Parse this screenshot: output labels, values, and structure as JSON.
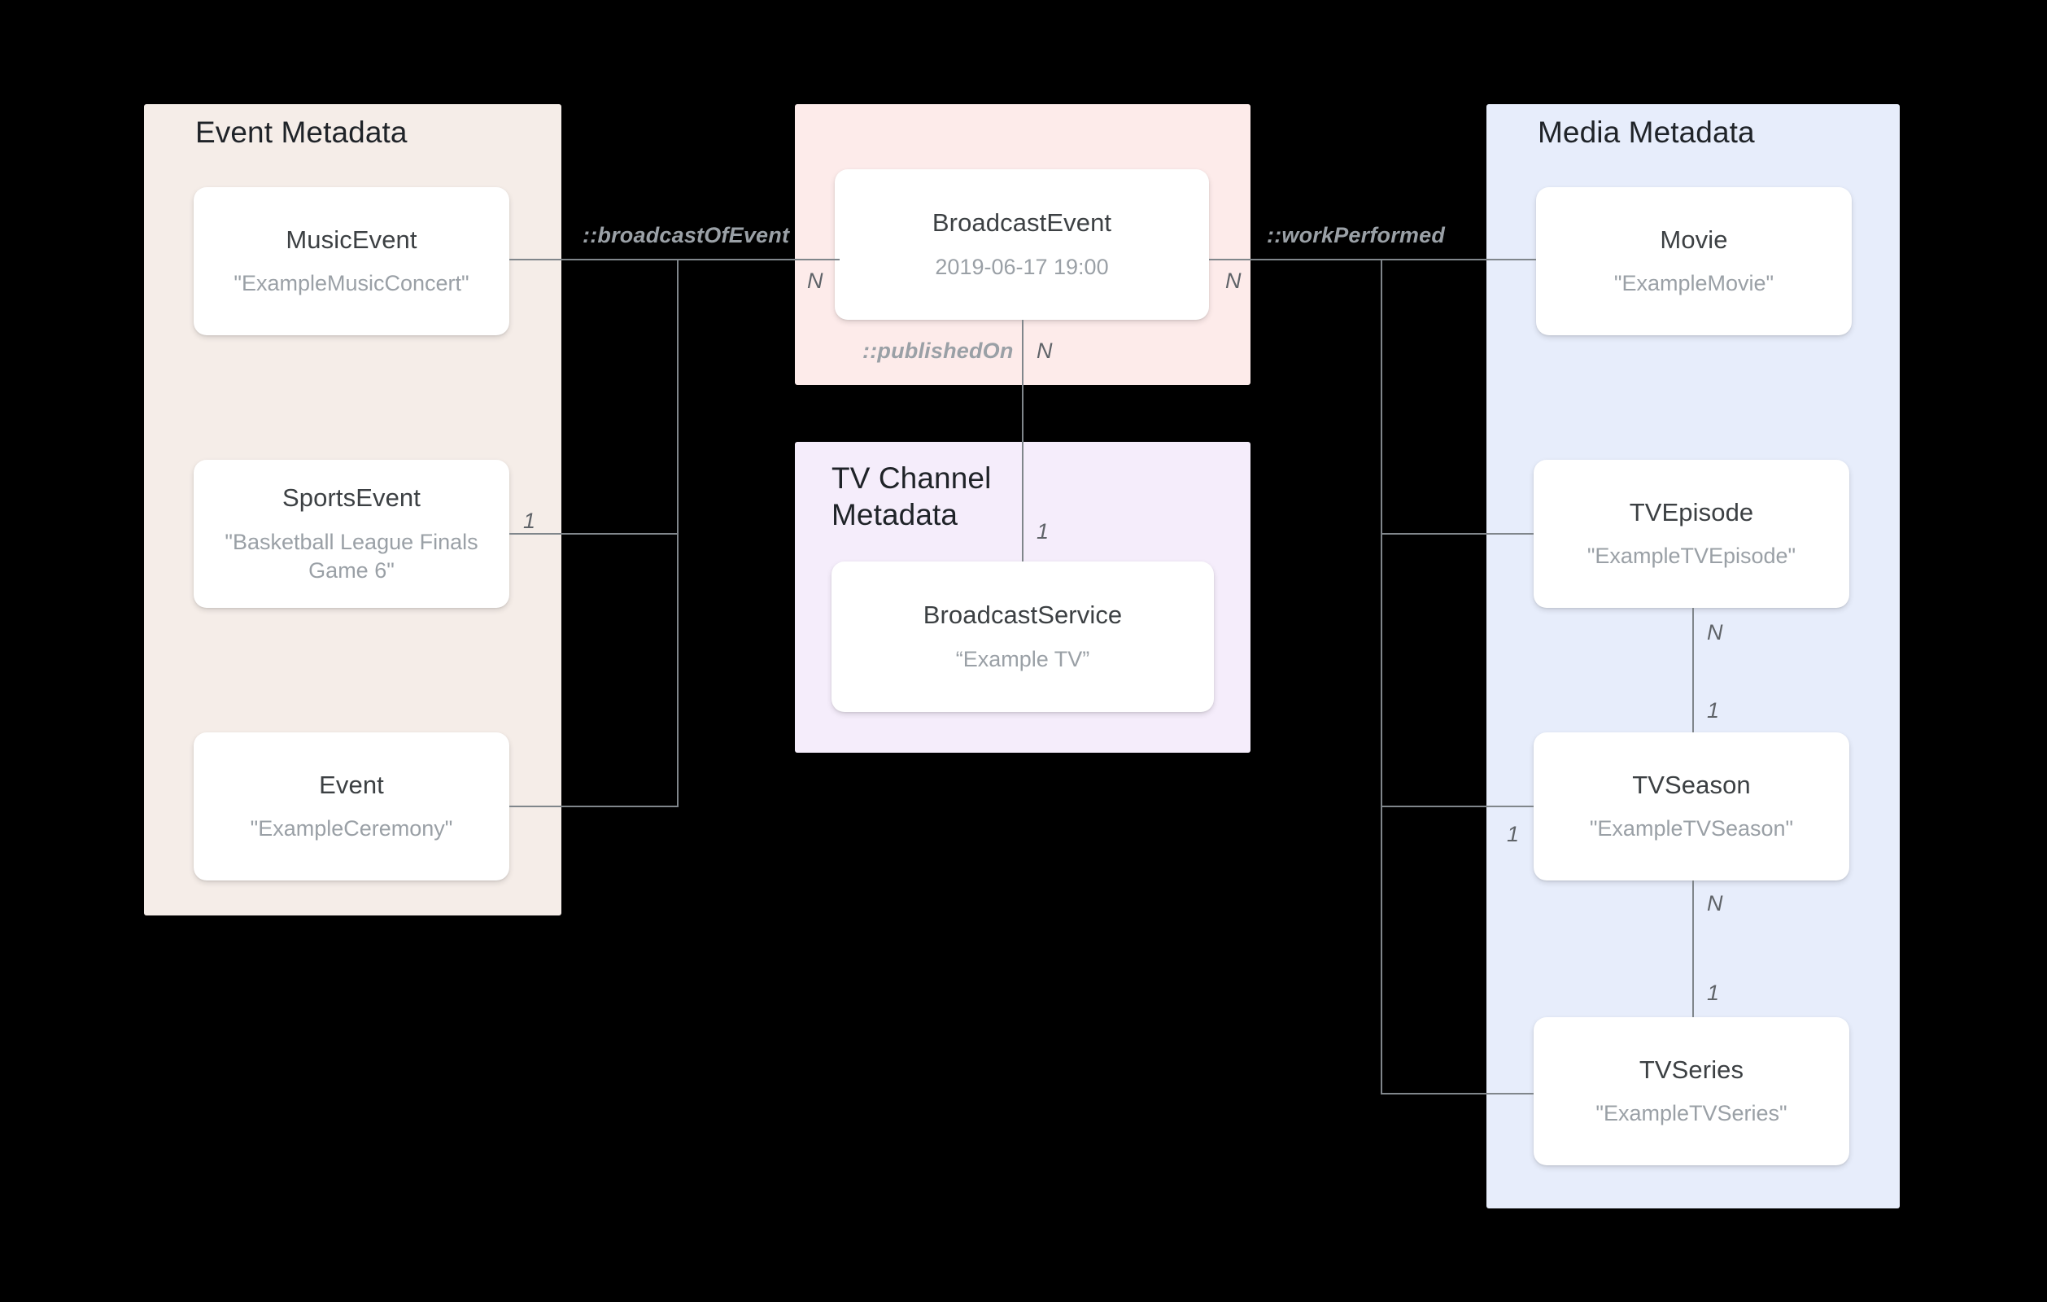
{
  "diagram": {
    "title": "Broadcast / Event / Media metadata relationship diagram",
    "background": "#000000",
    "colors": {
      "event_panel": "#F5EDE8",
      "broadcast_panel": "#FDEBEA",
      "tvchannel_panel": "#F5EDFB",
      "media_panel": "#E7EDFB",
      "card": "#FFFFFF",
      "line": "#80868b",
      "type_text": "#3c4043",
      "value_text": "#9aa0a6",
      "label_text": "#9aa0a6",
      "multiplicity_text": "#5f6368"
    }
  },
  "panels": {
    "event": {
      "title": "Event Metadata",
      "cards": [
        {
          "type": "MusicEvent",
          "value": "\"ExampleMusicConcert\""
        },
        {
          "type": "SportsEvent",
          "value": "\"Basketball League Finals Game 6\""
        },
        {
          "type": "Event",
          "value": "\"ExampleCeremony\""
        }
      ]
    },
    "broadcast": {
      "title": "",
      "cards": [
        {
          "type": "BroadcastEvent",
          "value": "2019-06-17 19:00"
        }
      ]
    },
    "tvchannel": {
      "title": "TV Channel\nMetadata",
      "cards": [
        {
          "type": "BroadcastService",
          "value": "“Example TV”"
        }
      ]
    },
    "media": {
      "title": "Media Metadata",
      "cards": [
        {
          "type": "Movie",
          "value": "\"ExampleMovie\""
        },
        {
          "type": "TVEpisode",
          "value": "\"ExampleTVEpisode\""
        },
        {
          "type": "TVSeason",
          "value": "\"ExampleTVSeason\""
        },
        {
          "type": "TVSeries",
          "value": "\"ExampleTVSeries\""
        }
      ]
    }
  },
  "relations": {
    "broadcast_of_event": {
      "label": "::broadcastOfEvent",
      "from_multiplicity": "1",
      "to_multiplicity": "N"
    },
    "work_performed": {
      "label": "::workPerformed",
      "to_multiplicity": "N"
    },
    "published_on": {
      "label": "::publishedOn",
      "from_multiplicity": "N",
      "to_multiplicity": "1"
    },
    "episode_in_season": {
      "from_multiplicity": "N",
      "to_multiplicity": "1"
    },
    "season_in_series": {
      "from_multiplicity": "N",
      "to_multiplicity": "1"
    },
    "series_multiplicity": "1"
  }
}
